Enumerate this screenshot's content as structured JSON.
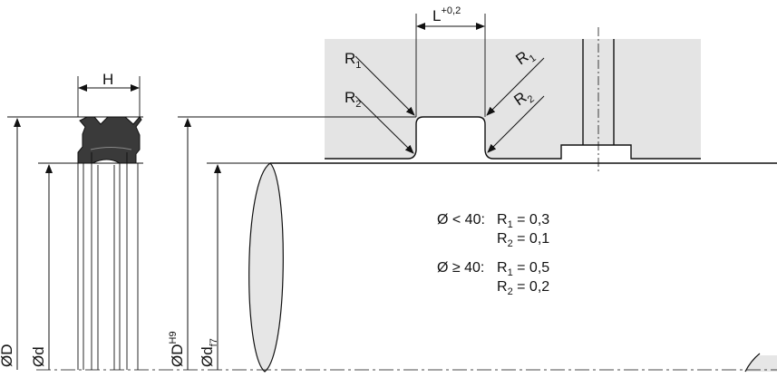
{
  "labels": {
    "H": "H",
    "L": "L",
    "L_tol": "+0,2",
    "R": "R",
    "R1_sub": "1",
    "R2_sub": "2",
    "D_outer": "ØD",
    "d_inner": "Ød",
    "D_housing": "ØD",
    "D_housing_tol": "H9",
    "d_shaft": "Ød",
    "d_shaft_tol": "f7"
  },
  "notes": [
    {
      "cond": "Ø < 40:",
      "r1": "R",
      "r1_sub": "1",
      "r1_val": " = 0,3",
      "r2": "R",
      "r2_sub": "2",
      "r2_val": " = 0,1"
    },
    {
      "cond": "Ø ≥ 40:",
      "r1": "R",
      "r1_sub": "1",
      "r1_val": " = 0,5",
      "r2": "R",
      "r2_sub": "2",
      "r2_val": " = 0,2"
    }
  ],
  "colors": {
    "housing_fill": "#e4e4e4",
    "shaft_end_fill": "#e6e6e6",
    "seal_fill": "#3a3a3a",
    "line": "#111111"
  }
}
